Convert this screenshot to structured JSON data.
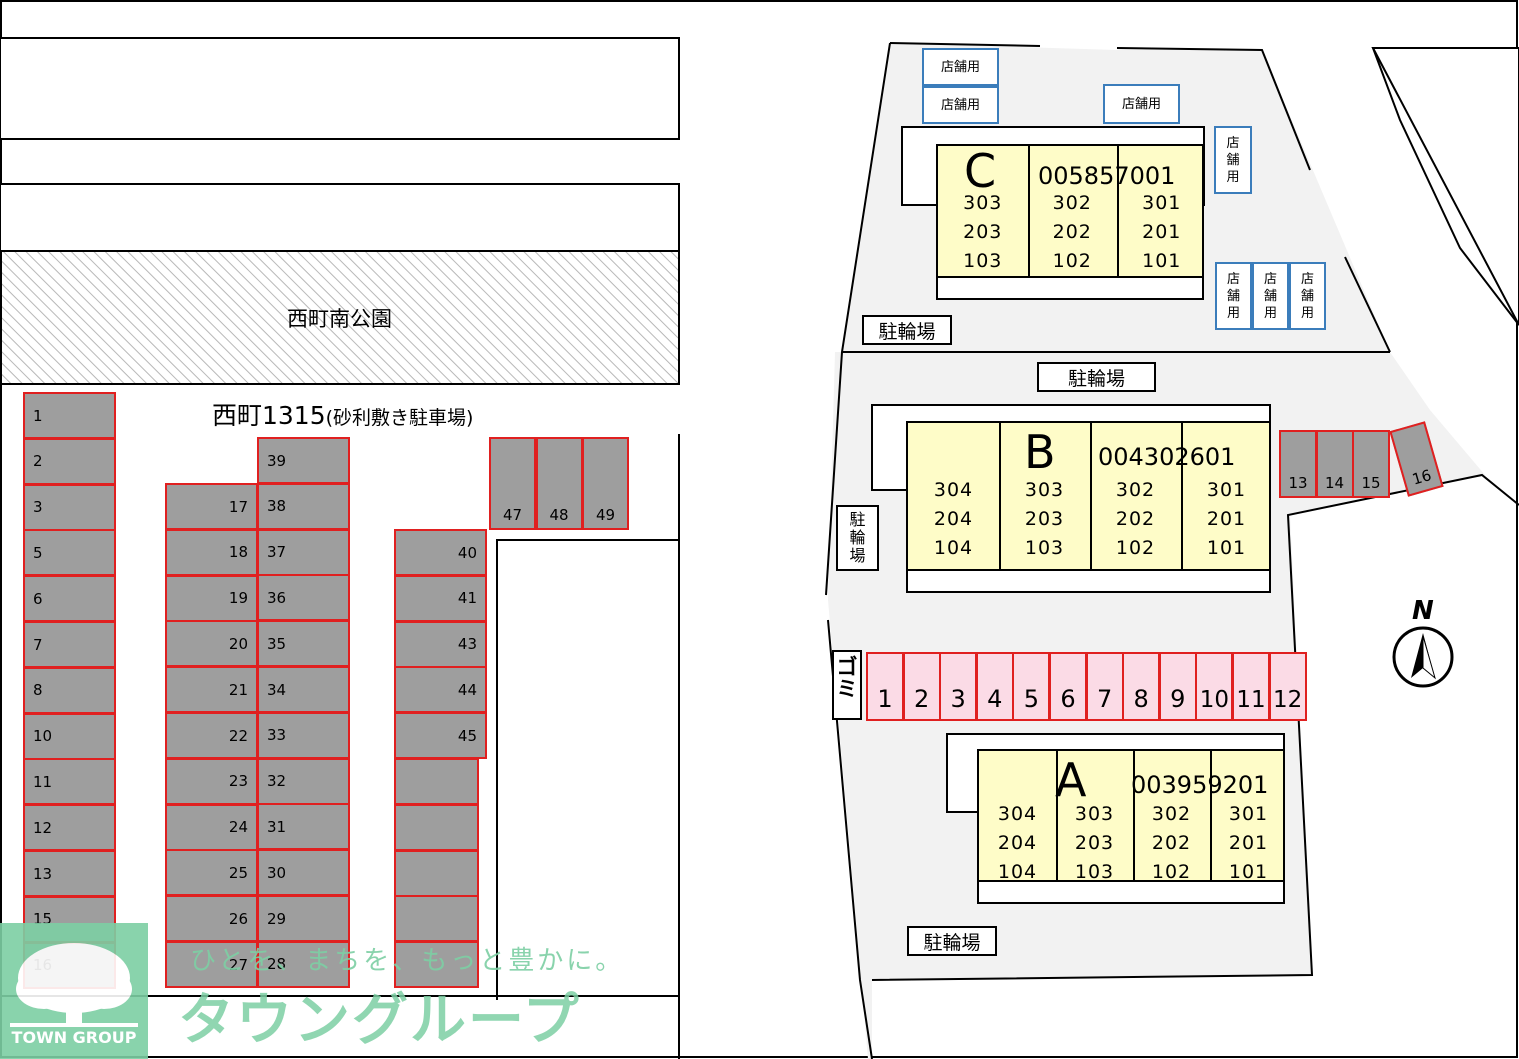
{
  "park_name": "西町南公園",
  "lot_title": "西町1315",
  "lot_subtitle": "(砂利敷き駐車場)",
  "lot_slots": [
    "1",
    "2",
    "3",
    "5",
    "6",
    "7",
    "8",
    "10",
    "11",
    "12",
    "13",
    "15",
    "16",
    "17",
    "18",
    "19",
    "20",
    "21",
    "22",
    "23",
    "24",
    "25",
    "26",
    "27",
    "28",
    "29",
    "30",
    "31",
    "32",
    "33",
    "34",
    "35",
    "36",
    "37",
    "38",
    "39",
    "40",
    "41",
    "43",
    "44",
    "45",
    "47",
    "48",
    "49"
  ],
  "shop_label": "店舗用",
  "bike_label": "駐輪場",
  "garbage_label": "ゴミ",
  "north_label": "N",
  "building_c": {
    "letter": "C",
    "code": "005857001",
    "cols": [
      [
        "303",
        "203",
        "103"
      ],
      [
        "302",
        "202",
        "102"
      ],
      [
        "301",
        "201",
        "101"
      ]
    ]
  },
  "building_b": {
    "letter": "B",
    "code": "004302601",
    "cols": [
      [
        "304",
        "204",
        "104"
      ],
      [
        "303",
        "203",
        "103"
      ],
      [
        "302",
        "202",
        "102"
      ],
      [
        "301",
        "201",
        "101"
      ]
    ]
  },
  "building_a": {
    "letter": "A",
    "code": "003959201",
    "cols": [
      [
        "304",
        "204",
        "104"
      ],
      [
        "303",
        "203",
        "103"
      ],
      [
        "302",
        "202",
        "102"
      ],
      [
        "301",
        "201",
        "101"
      ]
    ]
  },
  "right_slots": [
    "13",
    "14",
    "15",
    "16"
  ],
  "pink_slots": [
    "1",
    "2",
    "3",
    "4",
    "5",
    "6",
    "7",
    "8",
    "9",
    "10",
    "11",
    "12"
  ],
  "watermark": {
    "tagline": "ひとを、まちを、もっと豊かに。",
    "brand": "タウングループ",
    "brand_en": "TOWN GROUP"
  },
  "colors": {
    "slot_gray": "#9e9e9e",
    "slot_border": "#e02020",
    "pink": "#fbdbe6",
    "building": "#fefcc8",
    "shop_border": "#3b7dbb",
    "ground": "#f2f2f2"
  }
}
